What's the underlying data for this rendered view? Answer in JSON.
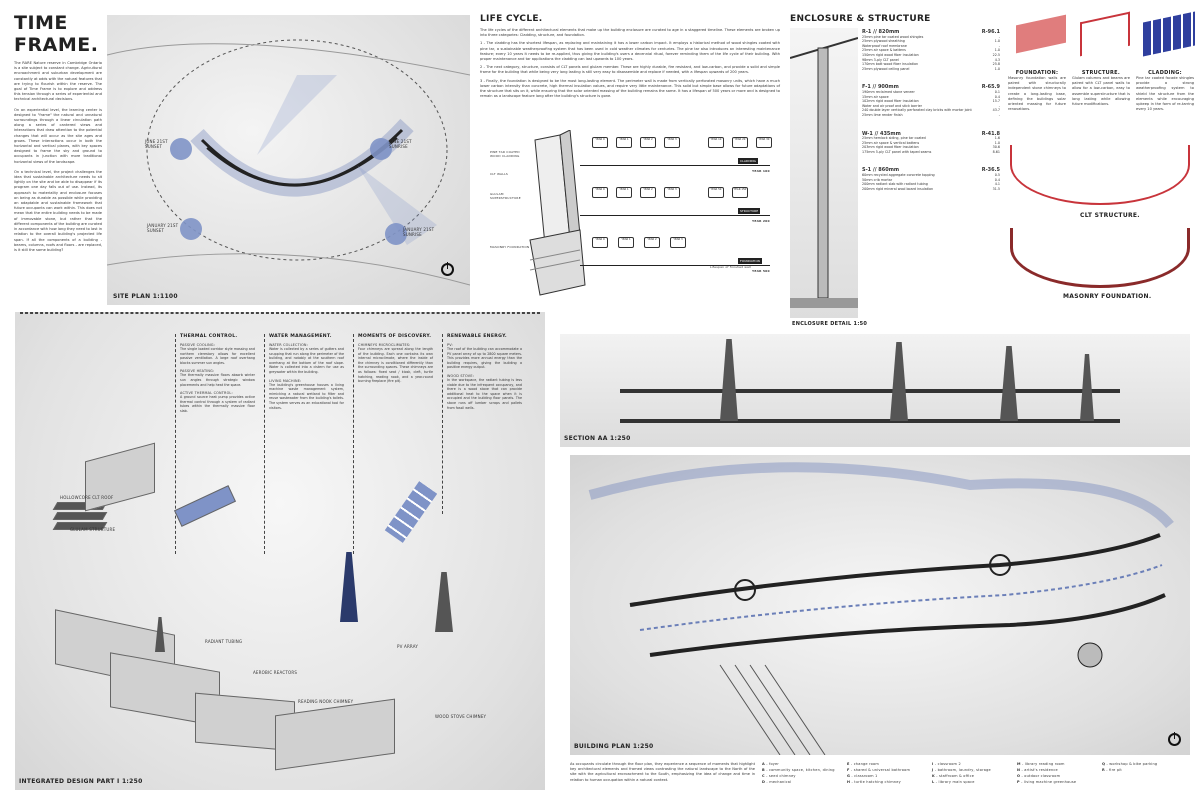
{
  "title": {
    "heading": "TIME FRAME.",
    "paragraphs": [
      "The RARE Nature reserve in Cambridge Ontario is a site subject to constant change. Agricultural encroachment and suburban development are constantly at odds with the natural features that are trying to flourish within the reserve. The goal of Time Frame is to explore and address this tension through a series of experiential and technical architectural decisions.",
      "On an experiential level, the learning center is designed to \"frame\" the natural and unnatural surroundings through a linear circulation path along a series of cantered views and interactions that draw attention to the potential changes that will occur as the site ages and grows. These interactions occur in both the horizontal and vertical planes, with key spaces designed to frame the sky and ground to occupants in junction with more traditional horizontal views of the landscape.",
      "On a technical level, the project challenges the idea that sustainable architecture needs to sit lightly on the site and be able to disappear if its program one day falls out of use. Instead, its approach to materiality and enclosure focuses on being as durable as possible while providing an adaptable and sustainable framework that future occupants can work within. This does not mean that the entire building needs to be made of immovable stone, but rather that the different components of the building are curated in accordance with how long they need to last in relation to the overall building's projected life span. If all the components of a building - beams, columns, roofs and floors - are replaced, is it still the same building?"
    ]
  },
  "site_plan": {
    "caption": "SITE PLAN 1:1100",
    "sun_labels": [
      {
        "date": "JUNE 21ST",
        "event": "SUNSET"
      },
      {
        "date": "JUNE 21ST",
        "event": "SUNRISE"
      },
      {
        "date": "JANUARY 21ST",
        "event": "SUNSET"
      },
      {
        "date": "JANUARY 21ST",
        "event": "SUNRISE"
      }
    ]
  },
  "life_cycle": {
    "heading": "LIFE CYCLE.",
    "paragraphs": [
      "The life cycles of the different architectural elements that make up the building enclosure are curated to age in a staggered timeline. These elements are broken up into three categories: Cladding, structure, and foundation.",
      "1 - The cladding has the shortest lifespan, as replacing and maintaining it has a lower carbon impact. It employs a historical method of wood shingles coated with pine tar, a sustainable weatherproofing system that has been used in cold weather climates for centuries. The pine tar also introduces an interesting maintenance feature; every 10 years it needs to be re-applied, thus giving the building's users a decennial ritual, forever reminding them of the life cycle of their building. With proper maintenance and tar applications the cladding can last upwards to 100 years.",
      "2 - The next category, structure, consists of CLT panels and glulam member. These are highly durable, fire resistant, and low-carbon, and provide a solid and simple frame for the building that while being very long lasting is still very easy to disassemble and replace if needed, with a lifespan upwards of 200 years.",
      "3 - Finally, the foundation is designed to be the most long-lasting element. The perimeter wall is made from vertically perforated masonry units, which have a much lower carbon intensity than concrete, high thermal insulation values, and require very little maintenance. This solid but simple base allows for future adaptations of the structure that sits on it, while ensuring that the solar oriented massing of the building remains the same. It has a lifespan of 500 years or more and is designed to remain as a landscape feature long after the building's structure is gone."
    ],
    "rows": [
      {
        "tag": "CLADDING",
        "years": [
          "YEAR 0",
          "YEAR 1",
          "YEAR 2",
          "YEAR 3",
          "YEAR 10",
          "YEAR 20",
          "YEAR 30"
        ],
        "end": "YEAR 100"
      },
      {
        "tag": "STRUCTURE",
        "years": [
          "YEAR 0",
          "YEAR 1",
          "YEAR 2",
          "YEAR 3",
          "YEAR 50",
          "YEAR 150"
        ],
        "end": "YEAR 200"
      },
      {
        "tag": "FOUNDATION",
        "years": [
          "YEAR 0",
          "YEAR 1",
          "YEAR 2",
          "YEAR 3"
        ],
        "end": "YEAR 500"
      }
    ],
    "side_labels": [
      "PINE TAR COATED WOOD CLADDING",
      "CLT WALLS",
      "GLULAM SUPERSTRUCTURE",
      "MASONRY FOUNDATION"
    ],
    "note": "Lifespan of finished wall"
  },
  "enclosure": {
    "heading": "ENCLOSURE & STRUCTURE",
    "caption": "ENCLOSURE DETAIL 1:50",
    "assemblies": [
      {
        "name": "R-1 // 820mm",
        "r": "R-96.1",
        "layers": [
          [
            "25mm pine tar coated wood shingles",
            "-"
          ],
          [
            "25mm plywood sheathing",
            "1.0"
          ],
          [
            "Waterproof roof membrane",
            "-"
          ],
          [
            "25mm air space & battens",
            "1.0"
          ],
          [
            "150mm rigid wood fiber insulation",
            "22.5"
          ],
          [
            "98mm 3-ply CLT panel",
            "4.3"
          ],
          [
            "170mm batt wood fiber insulation",
            "25.8"
          ],
          [
            "25mm plywood ceiling panel",
            "1.0"
          ]
        ]
      },
      {
        "name": "F-1 // 900mm",
        "r": "R-65.9",
        "layers": [
          [
            "190mm reclaimed stone veneer",
            "0.1"
          ],
          [
            "15mm air space",
            "0.4"
          ],
          [
            "102mm rigid wood fiber insulation",
            "15.7"
          ],
          [
            "Water and air proof and stick barrier",
            "-"
          ],
          [
            "240 double layer vertically perforated clay bricks with mortar joint",
            "43.7"
          ],
          [
            "25mm lime render finish",
            "-"
          ]
        ]
      },
      {
        "name": "W-1 // 435mm",
        "r": "R-41.8",
        "layers": [
          [
            "25mm hemlock siding, pine tar coated",
            "1.6"
          ],
          [
            "25mm air space & vertical battens",
            "1.0"
          ],
          [
            "203mm rigid wood fiber insulation",
            "30.6"
          ],
          [
            "175mm 5-ply CLT panel with taped seams",
            "8.61"
          ]
        ]
      },
      {
        "name": "S-1 // 860mm",
        "r": "R-36.5",
        "layers": [
          [
            "60mm recycled aggregate concrete topping",
            "0.5"
          ],
          [
            "50mm crib mortar",
            "0.4"
          ],
          [
            "200mm radiant slab with radiant tubing",
            "4.1"
          ],
          [
            "200mm rigid mineral wool board insulation",
            "31.5"
          ]
        ]
      }
    ]
  },
  "components": [
    {
      "title": "FOUNDATION:",
      "text": "Masonry foundation walls are paired with structurally independent stone chimneys to create a long-lasting base, defining the buildings solar oriented massing for future renovations.",
      "color": "#e07d7d"
    },
    {
      "title": "STRUCTURE.",
      "text": "Glulam columns and beams are paired with CLT panel walls to allow for a low-carbon, easy to assemble superstructure that is long lasting while allowing future modifications.",
      "color": "#c8343b"
    },
    {
      "title": "CLADDING:",
      "text": "Pine tar coated facade shingles provide a strong weatherproofing system to shield the structure from the elements while encouraging upkeep in the form of re-tarring every 10 years.",
      "color": "#2f3f9e"
    }
  ],
  "clt_caption": "CLT STRUCTURE.",
  "masonry_caption": "MASONRY FOUNDATION.",
  "integrated": {
    "caption": "INTEGRATED DESIGN PART I 1:250",
    "labels": [
      "HOLLOWCORE CLT ROOF",
      "GLULAM STRUCTURE",
      "RADIANT TUBING",
      "AEROBIC REACTORS",
      "READING NOOK CHIMNEY",
      "PV ARRAY",
      "WOOD STOVE CHIMNEY"
    ],
    "topics": [
      {
        "title": "THERMAL CONTROL.",
        "items": [
          {
            "sub": "PASSIVE COOLING:",
            "text": "The single loaded corridor style massing and northern clerestory allows for excellent passive ventilation. A large roof overhang blocks summer sun angles."
          },
          {
            "sub": "PASSIVE HEATING:",
            "text": "The thermally massive floors absorb winter sun angles through strategic window placements and help heat the space."
          },
          {
            "sub": "ACTIVE THERMAL CONTROL:",
            "text": "A ground source heat pump provides active thermal control through a system of radiant tubes within the thermally massive floor slab."
          }
        ]
      },
      {
        "title": "WATER MANAGEMENT.",
        "items": [
          {
            "sub": "WATER COLLECTION:",
            "text": "Water is collected by a series of gutters and scupping that run along the perimeter of the building, and notably at the southern roof overhang at the bottom of the roof slope. Water is collected into a cistern for use as greywater within the building."
          },
          {
            "sub": "LIVING MACHINE:",
            "text": "The building's greenhouse houses a living machine waste management system, mimicking a natural wetland to filter and reuse wastewater from the building's toilets. The system serves as an educational tool for visitors."
          }
        ]
      },
      {
        "title": "MOMENTS OF DISCOVERY.",
        "items": [
          {
            "sub": "CHIMNEYS MICROCLIMATES:",
            "text": "Four chimneys are spread along the length of the building. Each one contains its own internal microclimate, where the inside of the chimney is conditioned differently than the surrounding spaces. These chimneys are as follows: fixed seat / kiosk, cleft, turtle hatching, reading nook, and a year-round burning fireplace (fire pit)."
          }
        ]
      },
      {
        "title": "RENEWABLE ENERGY.",
        "items": [
          {
            "sub": "PV:",
            "text": "The roof of the building can accommodate a PV panel array of up to 2800 square meters. This provides more annual energy than the building requires, giving the building a positive energy output."
          },
          {
            "sub": "WOOD STOVE:",
            "text": "In the workspace, the radiant tubing is less viable due to the infrequent occupancy, and there is a wood stove that can provide additional heat to the space when it is occupied and the building floor panels. The stove runs off lumber scraps and pallets from fossil wells."
          }
        ]
      }
    ]
  },
  "section": {
    "caption": "SECTION AA 1:250"
  },
  "plan": {
    "caption": "BUILDING PLAN 1:250",
    "description": "As occupants circulate through the floor plan, they experience a sequence of moments that highlight key architectural elements and framed views contrasting the natural landscape to the North of the site with the agricultural encroachment to the South, emphasizing the idea of change and time in relation to human occupation within a natural context.",
    "legend": [
      [
        "A",
        "foyer"
      ],
      [
        "B",
        "community space, kitchen, dining"
      ],
      [
        "C",
        "seed chimney"
      ],
      [
        "D",
        "mechanical"
      ],
      [
        "E",
        "change room"
      ],
      [
        "F",
        "shared & universal bathroom"
      ],
      [
        "G",
        "classroom 1"
      ],
      [
        "H",
        "turtle hatching chimney"
      ],
      [
        "I",
        "classroom 2"
      ],
      [
        "J",
        "bathroom, laundry, storage"
      ],
      [
        "K",
        "staffroom & office"
      ],
      [
        "L",
        "library main space"
      ],
      [
        "M",
        "library reading room"
      ],
      [
        "N",
        "artist's residence"
      ],
      [
        "O",
        "outdoor classroom"
      ],
      [
        "P",
        "living machine greenhouse"
      ],
      [
        "Q",
        "workshop & bike parking"
      ],
      [
        "R",
        "fire pit"
      ]
    ]
  }
}
